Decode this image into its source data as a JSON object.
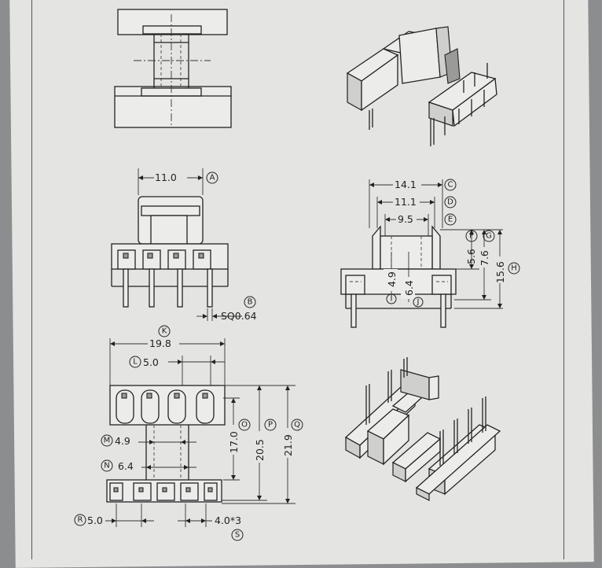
{
  "front_view": {
    "width": "11.0",
    "width_tag": "A",
    "pin": "SQ0.64",
    "pin_tag": "B"
  },
  "side_view": {
    "d1": "14.1",
    "d1_tag": "C",
    "d2": "11.1",
    "d2_tag": "D",
    "d3": "9.5",
    "d3_tag": "E",
    "h1": "5.6",
    "h1_tag": "F",
    "h2": "7.6",
    "h2_tag": "G",
    "h3": "15.6",
    "h3_tag": "H",
    "v1": "4.9",
    "v1_tag": "I",
    "v2": "6.4",
    "v2_tag": "J"
  },
  "bottom_view": {
    "width": "19.8",
    "width_tag": "K",
    "pitch": "5.0",
    "pitch_tag": "L",
    "m": "4.9",
    "m_tag": "M",
    "n": "6.4",
    "n_tag": "N",
    "o": "17.0",
    "o_tag": "O",
    "p": "20.5",
    "p_tag": "P",
    "q": "21.9",
    "q_tag": "Q",
    "r": "5.0",
    "r_tag": "R",
    "s": "4.0*3",
    "s_tag": "S"
  }
}
